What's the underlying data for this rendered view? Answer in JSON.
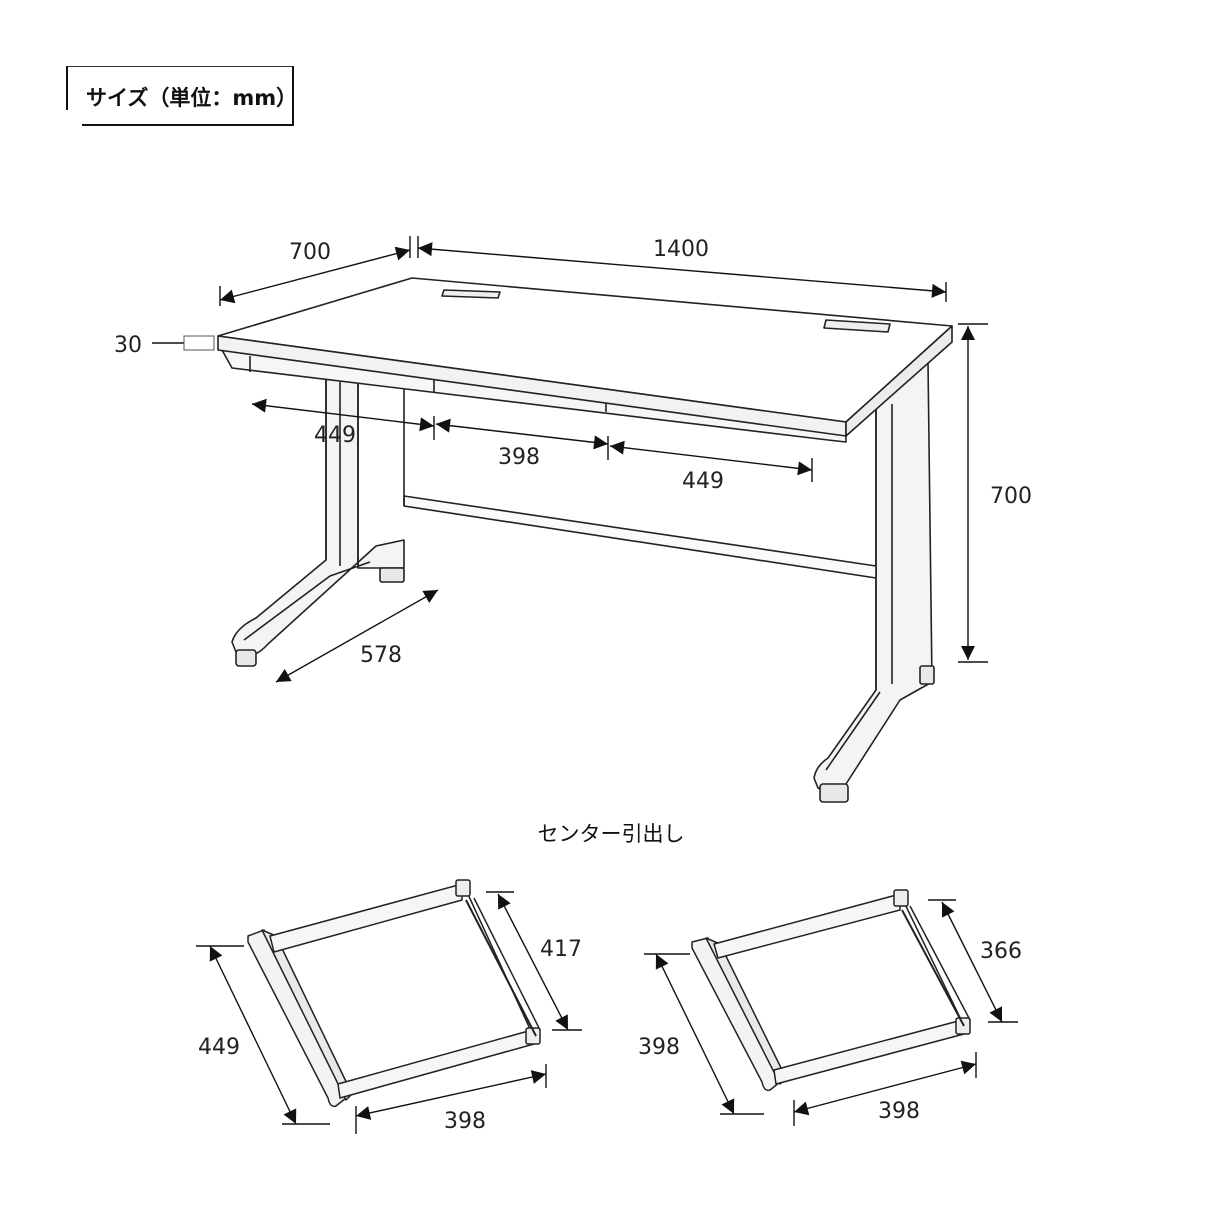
{
  "title": "サイズ（単位：mm）",
  "center_drawer_label": "センター引出し",
  "desk": {
    "depth": "700",
    "width": "1400",
    "top_thickness": "30",
    "height": "700",
    "drawer_left": "449",
    "drawer_center": "398",
    "drawer_right": "449",
    "leg_depth": "578"
  },
  "drawer_1": {
    "side": "449",
    "back": "417",
    "front": "398"
  },
  "drawer_2": {
    "side": "398",
    "back": "366",
    "front": "398"
  },
  "colors": {
    "line": "#222222",
    "paper": "#ffffff",
    "fill": "#f6f6f6"
  }
}
